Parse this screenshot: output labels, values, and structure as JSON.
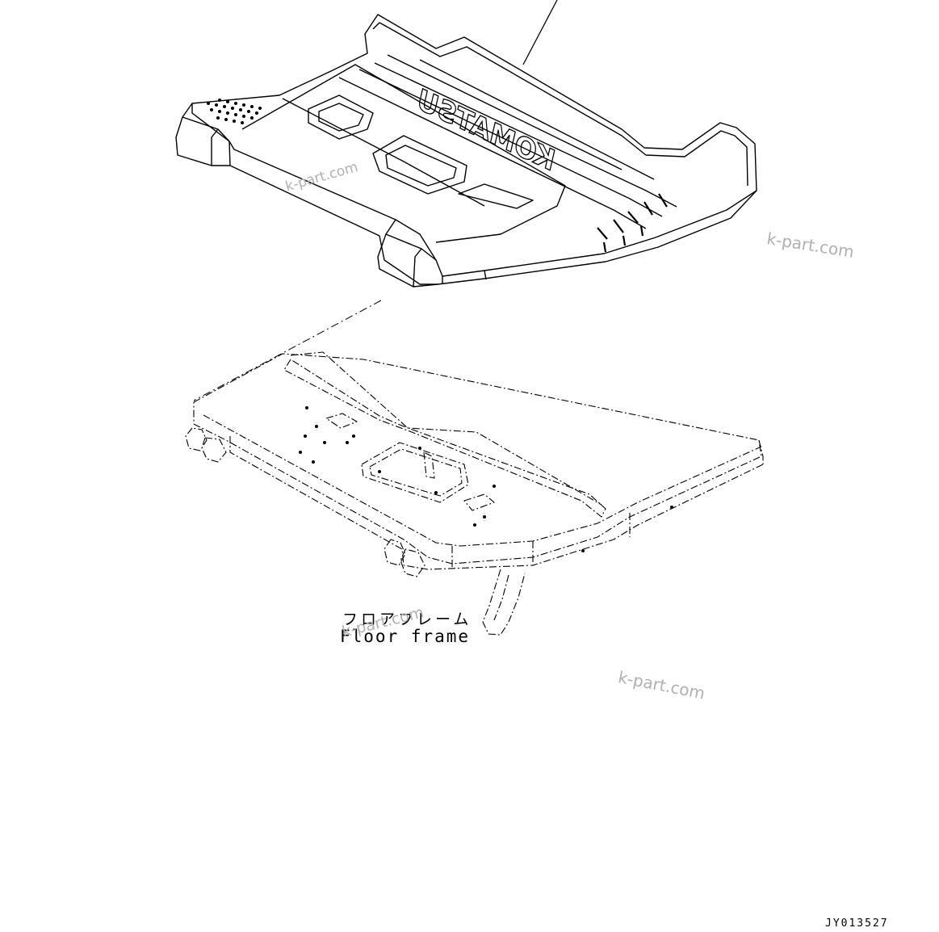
{
  "labels": {
    "part_name_jp": "フロアフレーム",
    "part_name_en": "Floor frame",
    "drawing_code": "JY013527"
  },
  "watermarks": [
    "k-part.com",
    "k-part.com",
    "k-part.com",
    "k-part.com"
  ],
  "logo": {
    "text": "KOMATSU"
  },
  "colors": {
    "line": "#000000",
    "background": "#ffffff",
    "watermark": "#b0b0b0"
  }
}
